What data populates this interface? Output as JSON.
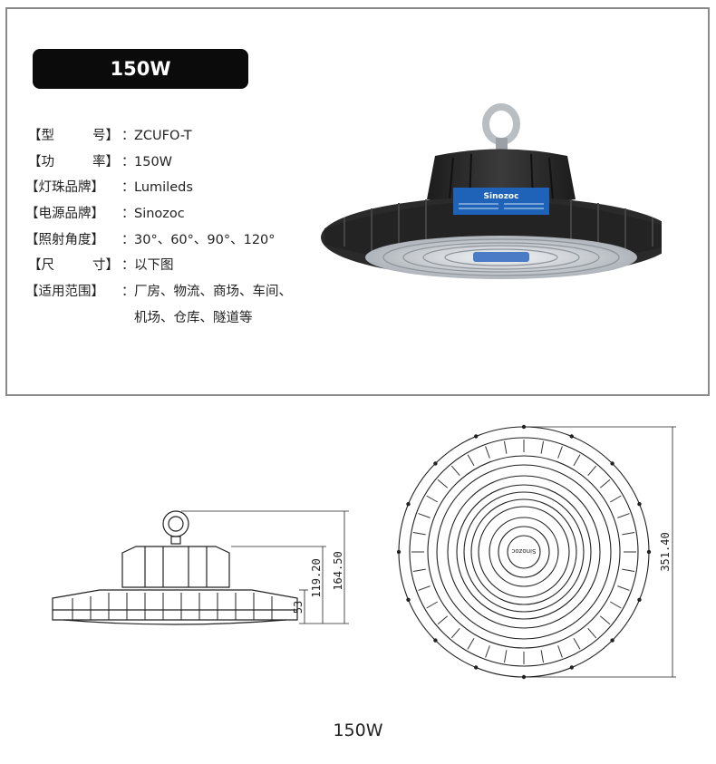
{
  "title": "150W",
  "specs": [
    {
      "label": [
        "【型",
        "号】"
      ],
      "value": "ZCUFO-T"
    },
    {
      "label": [
        "【功",
        "率】"
      ],
      "value": "150W"
    },
    {
      "label": [
        "【灯珠品牌】"
      ],
      "value": "Lumileds"
    },
    {
      "label": [
        "【电源品牌】"
      ],
      "value": "Sinozoc"
    },
    {
      "label": [
        "【照射角度】"
      ],
      "value": "30°、60°、90°、120°"
    },
    {
      "label": [
        "【尺",
        "寸】"
      ],
      "value": "以下图"
    },
    {
      "label": [
        "【适用范围】"
      ],
      "value": "厂房、物流、商场、车间、",
      "value2": "机场、仓库、隧道等"
    }
  ],
  "separator": "：",
  "brand_label": "Sinozoc",
  "dimensions": {
    "height_total": "164.50",
    "height_body": "119.20",
    "height_base": "53",
    "diameter": "351.40"
  },
  "caption": "150W",
  "colors": {
    "badge": "#0b0b0b",
    "housing": "#2a2a2a",
    "label_plate": "#1e63b8"
  }
}
